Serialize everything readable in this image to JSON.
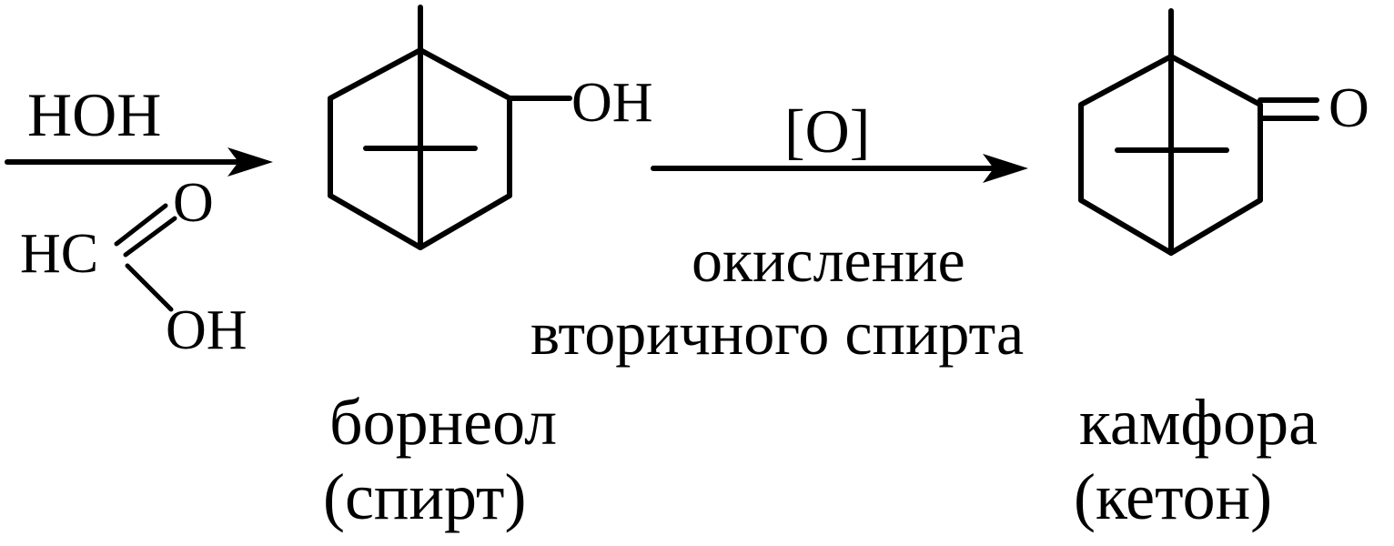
{
  "step1": {
    "reagent_top": "HOH",
    "acid_hc": "HC",
    "acid_o": "O",
    "acid_oh": "OH"
  },
  "borneol": {
    "substituent": "OH",
    "name": "борнеол",
    "class": "(спирт)"
  },
  "step2": {
    "reagent": "[O]",
    "condition_line1": "окисление",
    "condition_line2": "вторичного спирта"
  },
  "camphor": {
    "substituent": "O",
    "name": "камфора",
    "class": "(кетон)"
  }
}
